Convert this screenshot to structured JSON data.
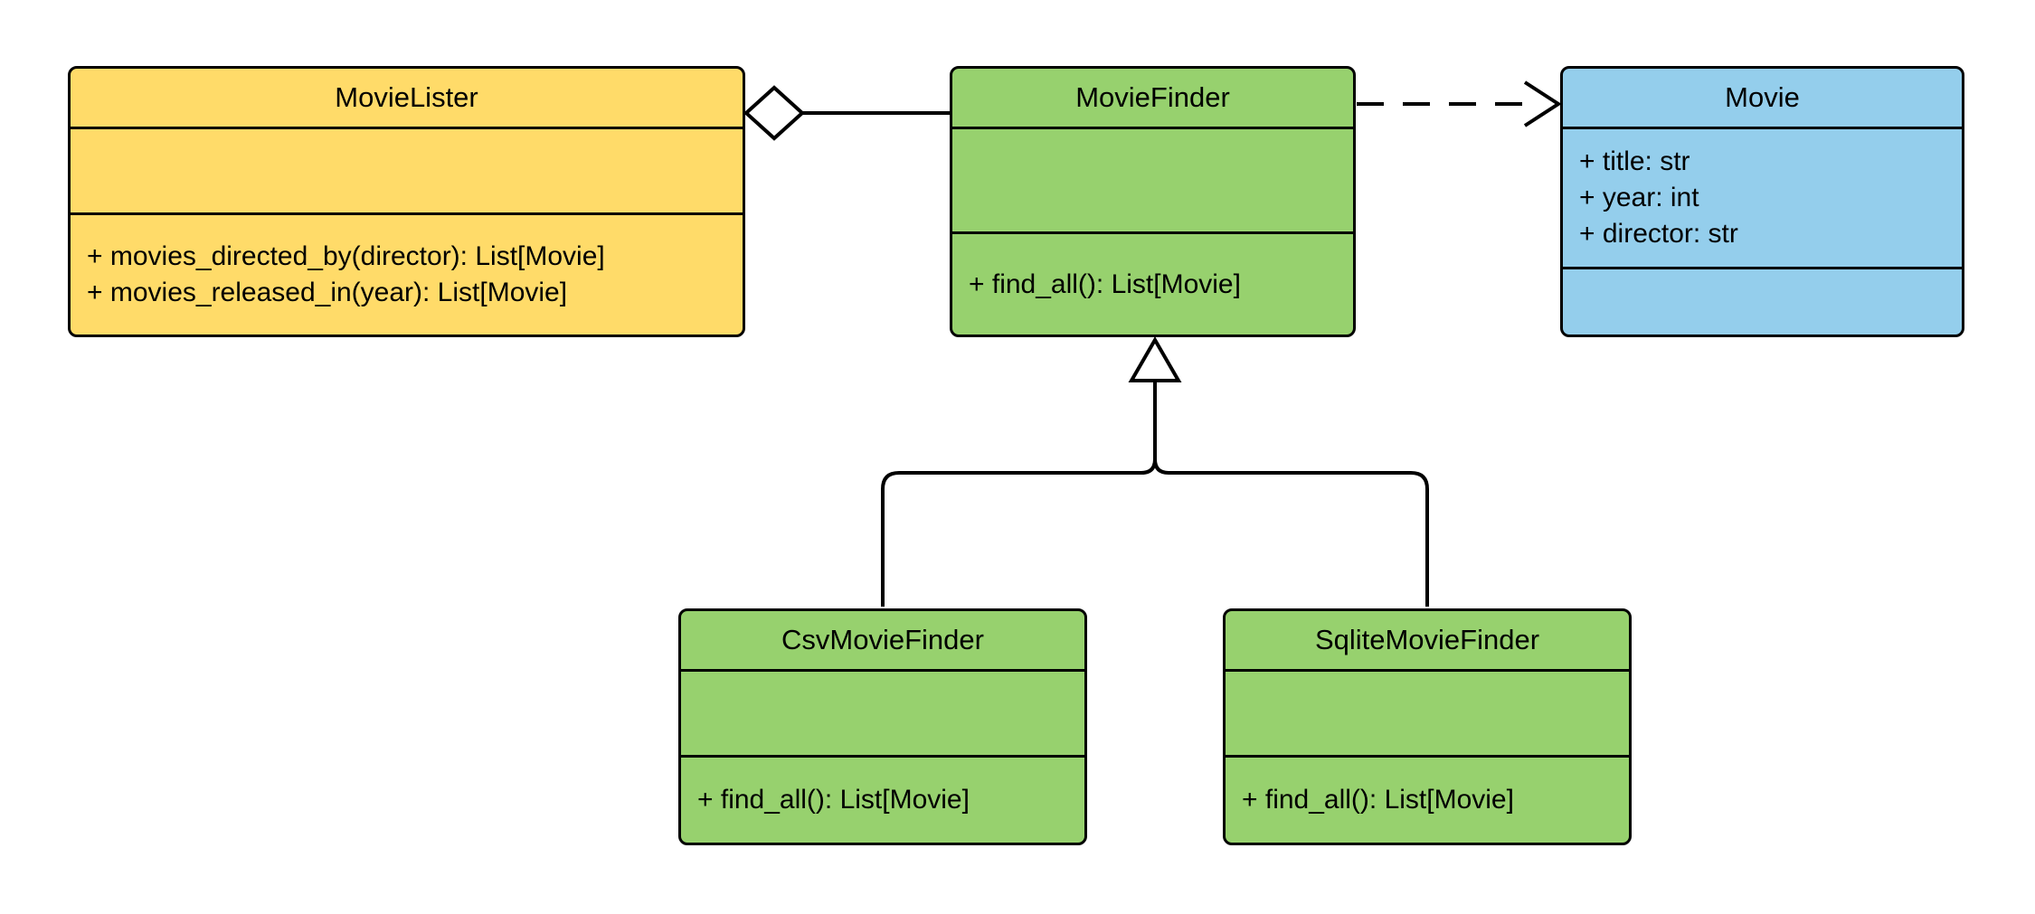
{
  "diagram": {
    "kind": "uml-class-diagram",
    "colors": {
      "background": "#FFFFFF",
      "border": "#000000",
      "yellow_fill": "#FFDB69",
      "green_fill": "#97D16E",
      "blue_fill": "#94CEEC"
    },
    "classes": [
      {
        "name": "MovieLister",
        "fill": "yellow",
        "attributes": [],
        "methods": [
          "+ movies_directed_by(director): List[Movie]",
          "+ movies_released_in(year): List[Movie]"
        ]
      },
      {
        "name": "MovieFinder",
        "fill": "green",
        "attributes": [],
        "methods": [
          "+ find_all(): List[Movie]"
        ]
      },
      {
        "name": "Movie",
        "fill": "blue",
        "attributes": [
          "+ title: str",
          "+ year: int",
          "+ director: str"
        ],
        "methods": []
      },
      {
        "name": "CsvMovieFinder",
        "fill": "green",
        "attributes": [],
        "methods": [
          "+ find_all(): List[Movie]"
        ]
      },
      {
        "name": "SqliteMovieFinder",
        "fill": "green",
        "attributes": [],
        "methods": [
          "+ find_all(): List[Movie]"
        ]
      }
    ],
    "relationships": [
      {
        "type": "aggregation",
        "from": "MovieLister",
        "to": "MovieFinder",
        "marker": "hollow-diamond",
        "line": "solid"
      },
      {
        "type": "dependency",
        "from": "MovieFinder",
        "to": "Movie",
        "marker": "open-arrow",
        "line": "dashed"
      },
      {
        "type": "inheritance",
        "from": "CsvMovieFinder",
        "to": "MovieFinder",
        "marker": "hollow-triangle",
        "line": "solid"
      },
      {
        "type": "inheritance",
        "from": "SqliteMovieFinder",
        "to": "MovieFinder",
        "marker": "hollow-triangle",
        "line": "solid"
      }
    ]
  }
}
